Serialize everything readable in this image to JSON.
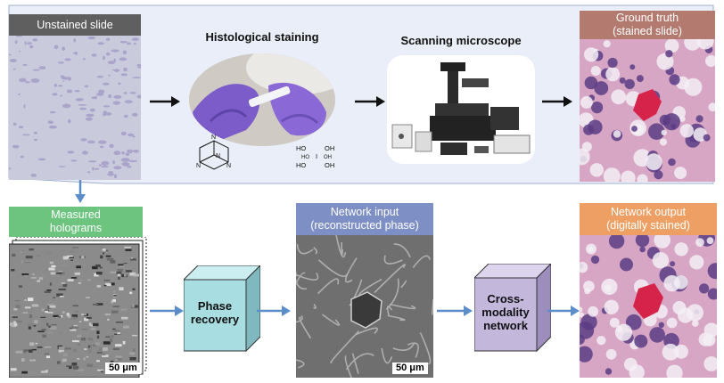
{
  "top_panel": {
    "unstained_label": "Unstained slide",
    "staining_title": "Histological staining",
    "microscope_title": "Scanning microscope",
    "ground_truth_label": [
      "Ground truth",
      "(stained slide)"
    ]
  },
  "bottom_panel": {
    "holograms_label": [
      "Measured",
      "holograms"
    ],
    "phase_recovery_label": [
      "Phase",
      "recovery"
    ],
    "network_input_label": [
      "Network input",
      "(reconstructed phase)"
    ],
    "cross_modality_label": [
      "Cross-",
      "modality",
      "network"
    ],
    "network_output_label": [
      "Network output",
      "(digitally stained)"
    ],
    "scale_bar_1": "50 μm",
    "scale_bar_2": "50 μm"
  },
  "chemistry": {
    "periodic_acid": [
      "HO",
      "OH",
      "I",
      "HO",
      "OH",
      "HO",
      "OH"
    ]
  },
  "colors": {
    "unstained_header": "#5f5f5f",
    "ground_truth_header": "#b37a6f",
    "holograms_header": "#6dc47e",
    "network_input_header": "#7d8fc4",
    "network_output_header": "#eea064",
    "phase_cube": "#a8dde2",
    "cross_cube": "#c4b7dc",
    "arrow_blue": "#5b8ec8",
    "top_bg": "#e8eef8"
  }
}
